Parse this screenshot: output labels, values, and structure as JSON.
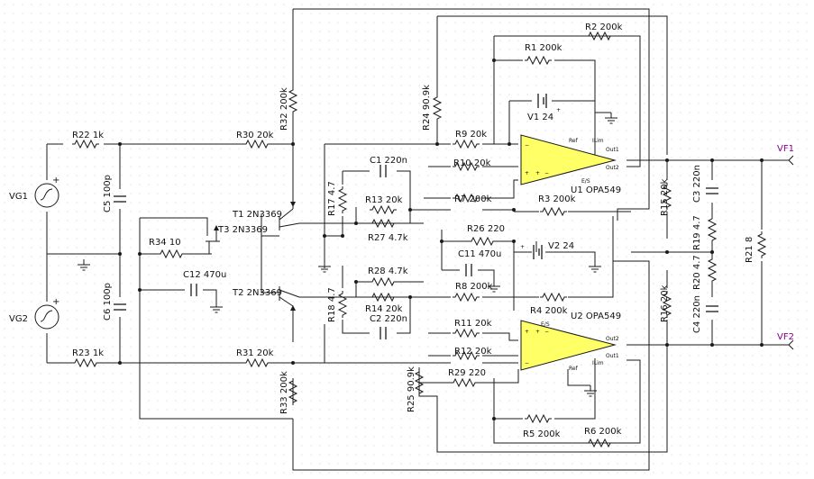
{
  "resistors": {
    "R1": "R1 200k",
    "R2": "R2 200k",
    "R3": "R3 200k",
    "R4": "R4 200k",
    "R5": "R5 200k",
    "R6": "R6 200k",
    "R7": "R7 200k",
    "R8": "R8 200k",
    "R9": "R9 20k",
    "R10": "R10 20k",
    "R11": "R11 20k",
    "R12": "R12 20k",
    "R13": "R13 20k",
    "R14": "R14 20k",
    "R15": "R15 20k",
    "R16": "R16 20k",
    "R17": "R17 4.7",
    "R18": "R18 4.7",
    "R19": "R19 4.7",
    "R20": "R20 4.7",
    "R21": "R21 8",
    "R22": "R22 1k",
    "R23": "R23 1k",
    "R24": "R24 90.9k",
    "R25": "R25 90.9k",
    "R26": "R26 220",
    "R27": "R27 4.7k",
    "R28": "R28 4.7k",
    "R29": "R29 220",
    "R30": "R30 20k",
    "R31": "R31 20k",
    "R32": "R32 200k",
    "R33": "R33 200k",
    "R34": "R34 10"
  },
  "capacitors": {
    "C1": "C1 220n",
    "C2": "C2 220n",
    "C3": "C3 220n",
    "C4": "C4 220n",
    "C5": "C5 100p",
    "C6": "C6 100p",
    "C11": "C11 470u",
    "C12": "C12 470u"
  },
  "transistors": {
    "T1": "T1 2N3369",
    "T2": "T2 2N3369",
    "T3": "T3 2N3369"
  },
  "opamps": {
    "U1": "U1 OPA549",
    "U2": "U2 OPA549"
  },
  "sources": {
    "V1": "V1 24",
    "V2": "V2 24",
    "VG1": "VG1",
    "VG2": "VG2"
  },
  "terminals": {
    "VF1": "VF1",
    "VF2": "VF2"
  },
  "pins": {
    "out1": "Out1",
    "out2": "Out2",
    "ilim": "ILim",
    "es": "E/S",
    "ref": "Ref"
  },
  "colors": {
    "opamp_fill": "#ffff66",
    "terminal_label": "#8a008a",
    "wire": "#1a1a1a"
  }
}
